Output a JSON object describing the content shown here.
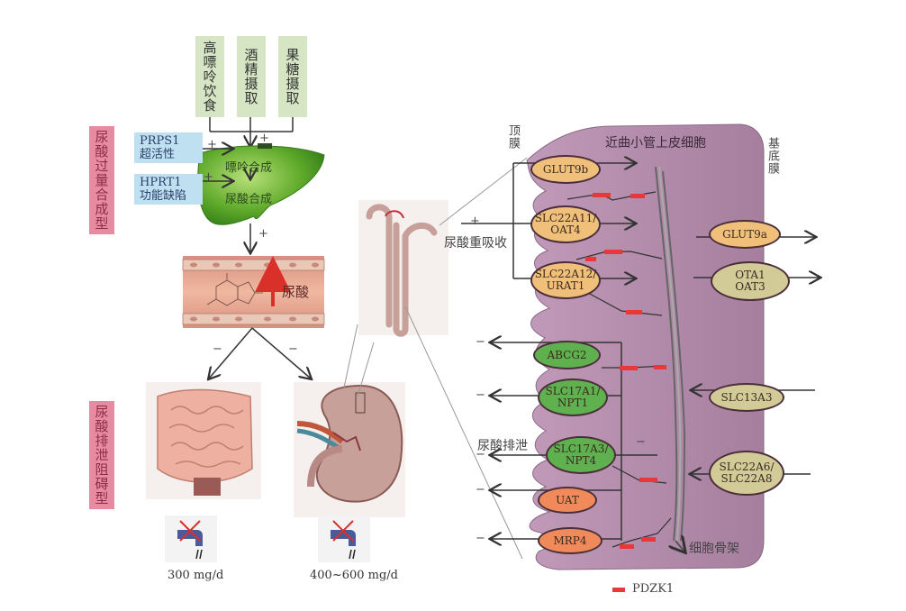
{
  "food_sources": [
    "高嘌呤饮食",
    "酒精摄取",
    "果糖摄取"
  ],
  "side_labels": {
    "overproduction": "尿酸过量合成型",
    "underexcretion": "尿酸排泄阻碍型"
  },
  "liver_inputs": [
    {
      "gene": "PRPS1",
      "desc": "超活性"
    },
    {
      "gene": "HPRT1",
      "desc": "功能缺陷"
    }
  ],
  "liver_steps": [
    "嘌呤合成",
    "尿酸合成"
  ],
  "blood_label": "尿酸",
  "signs": {
    "plus": "+",
    "minus": "−"
  },
  "excretion": {
    "intestine": "300 mg/d",
    "kidney": "400~600 mg/d"
  },
  "cell": {
    "title": "近曲小管上皮细胞",
    "apical": "顶膜",
    "basal": "基底膜",
    "reabsorption": "尿酸重吸收",
    "secretion": "尿酸排泄",
    "cytoskeleton": "细胞骨架",
    "legend": "PDZK1",
    "colors": {
      "cell": "#b38bab",
      "pdzk1": "#e8383a",
      "reabsorb_oval": "#f0c07a",
      "excrete_oval": "#5fb04f",
      "orange_oval": "#f08a5a",
      "basal_oval": "#d2cb98"
    },
    "apical_reabsorb": [
      {
        "name": "GLUT9b"
      },
      {
        "name": "SLC22A11/\nOAT4"
      },
      {
        "name": "SLC22A12/\nURAT1"
      }
    ],
    "apical_secrete": [
      {
        "name": "ABCG2"
      },
      {
        "name": "SLC17A1/\nNPT1"
      },
      {
        "name": "SLC17A3/\nNPT4"
      },
      {
        "name": "UAT"
      },
      {
        "name": "MRP4"
      }
    ],
    "basal_transporters": [
      {
        "name": "GLUT9a"
      },
      {
        "name": "OTA1\nOAT3"
      },
      {
        "name": "SLC13A3"
      },
      {
        "name": "SLC22A6/\nSLC22A8"
      }
    ]
  }
}
